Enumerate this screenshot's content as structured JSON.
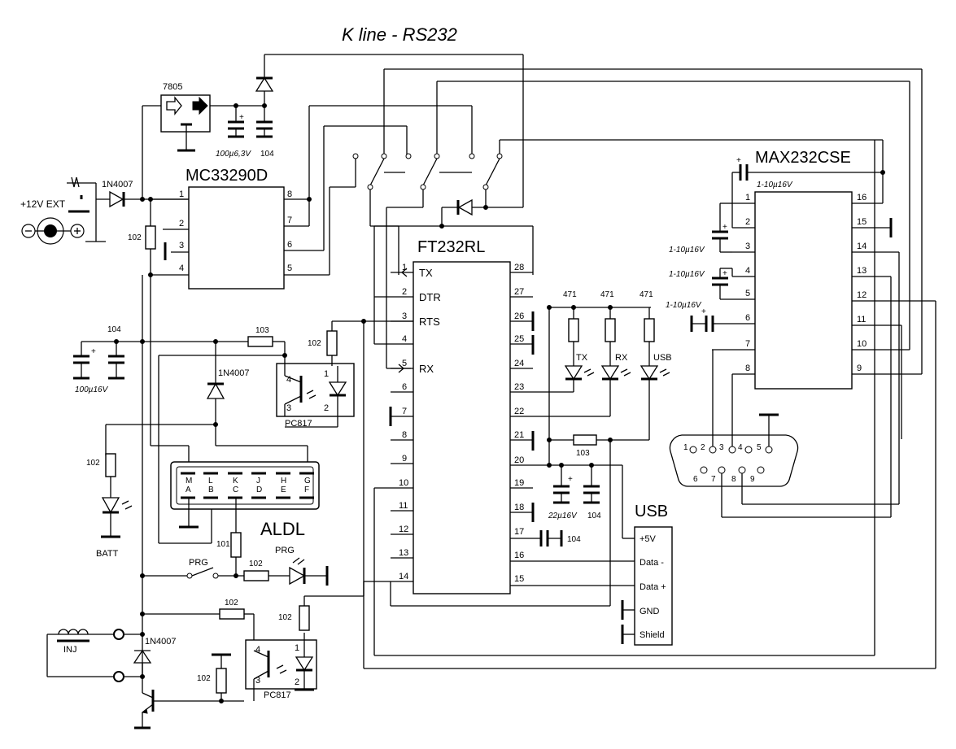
{
  "title": "K line - RS232",
  "ics": {
    "regulator": "7805",
    "mc": "MC33290D",
    "ft": "FT232RL",
    "max": "MAX232CSE"
  },
  "mc_pins": [
    "1",
    "2",
    "3",
    "4",
    "5",
    "6",
    "7",
    "8"
  ],
  "ft_left": [
    {
      "num": "1",
      "name": "TX"
    },
    {
      "num": "2",
      "name": "DTR"
    },
    {
      "num": "3",
      "name": "RTS"
    },
    {
      "num": "4",
      "name": ""
    },
    {
      "num": "5",
      "name": "RX"
    },
    {
      "num": "6",
      "name": ""
    },
    {
      "num": "7",
      "name": ""
    },
    {
      "num": "8",
      "name": ""
    },
    {
      "num": "9",
      "name": ""
    },
    {
      "num": "10",
      "name": ""
    },
    {
      "num": "11",
      "name": ""
    },
    {
      "num": "12",
      "name": ""
    },
    {
      "num": "13",
      "name": ""
    },
    {
      "num": "14",
      "name": ""
    }
  ],
  "ft_right": [
    "28",
    "27",
    "26",
    "25",
    "24",
    "23",
    "22",
    "21",
    "20",
    "19",
    "18",
    "17",
    "16",
    "15"
  ],
  "max_left": [
    "1",
    "2",
    "3",
    "4",
    "5",
    "6",
    "7",
    "8"
  ],
  "max_right": [
    "16",
    "15",
    "14",
    "13",
    "12",
    "11",
    "10",
    "9"
  ],
  "components": {
    "cap_reg": "100µ6,3V",
    "cap_reg2": "104",
    "diode_in": "1N4007",
    "power_in": "+12V EXT",
    "r102_mc": "102",
    "cap_104": "104",
    "cap_100u16": "100µ16V",
    "r103": "103",
    "r102_opto": "102",
    "opto": "PC817",
    "diode_mid": "1N4007",
    "r102_batt": "102",
    "batt": "BATT",
    "aldl": "ALDL",
    "aldl_top": [
      "M",
      "L",
      "K",
      "J",
      "H",
      "G"
    ],
    "aldl_bot": [
      "A",
      "B",
      "C",
      "D",
      "E",
      "F"
    ],
    "r101": "101",
    "prg_sw": "PRG",
    "r102_prg": "102",
    "prg_led": "PRG",
    "r102_inj": "102",
    "inj": "INJ",
    "diode_bot": "1N4007",
    "r102_bot": "102",
    "r102_opto2": "102",
    "opto2": "PC817",
    "r471": [
      "471",
      "471",
      "471"
    ],
    "leds": [
      "TX",
      "RX",
      "USB"
    ],
    "r103_ft": "103",
    "cap_22u": "22µ16V",
    "cap_104b": "104",
    "cap_104c": "104",
    "usb": "USB",
    "usb_pins": [
      "+5V",
      "Data -",
      "Data +",
      "GND",
      "Shield"
    ],
    "max_cap_top": "1-10µ16V",
    "max_caps": [
      "1-10µ16V",
      "1-10µ16V",
      "1-10µ16V"
    ],
    "db9_top": [
      "1",
      "2",
      "3",
      "4",
      "5"
    ],
    "db9_bot": [
      "6",
      "7",
      "8",
      "9"
    ]
  }
}
